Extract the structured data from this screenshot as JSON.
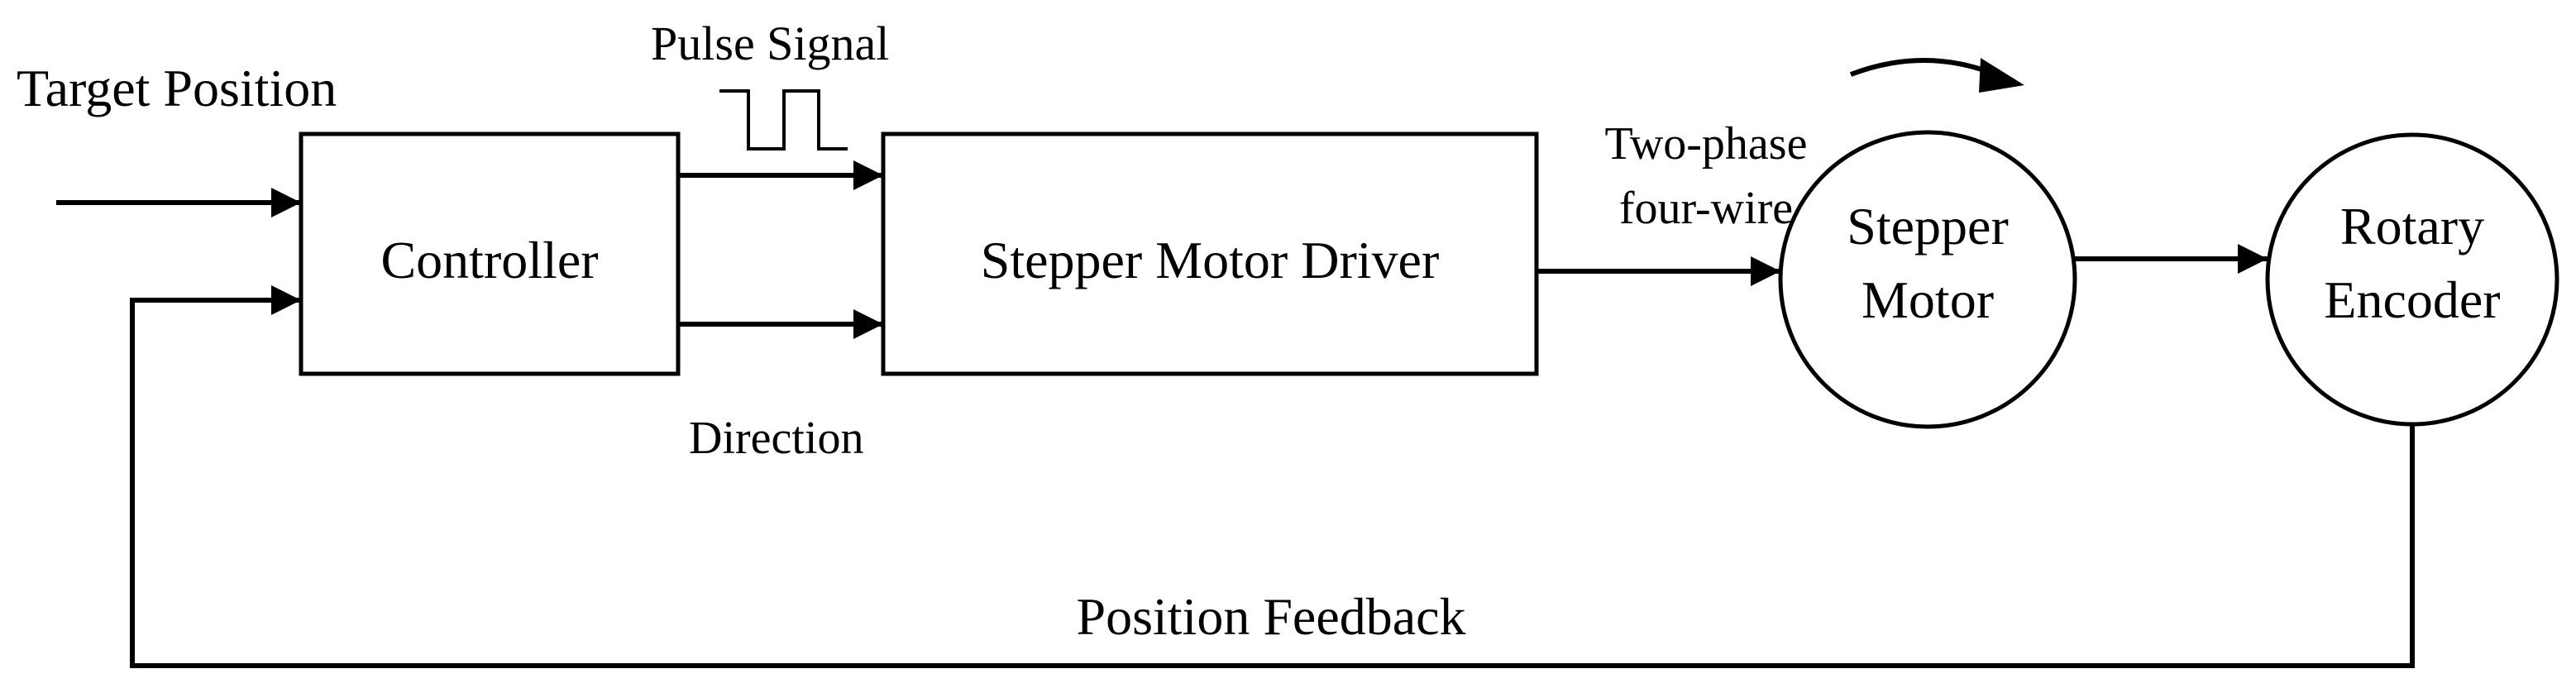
{
  "labels": {
    "target_position": "Target Position",
    "pulse_signal": "Pulse Signal",
    "direction": "Direction",
    "two_phase": "Two-phase",
    "four_wire": "four-wire",
    "position_feedback": "Position Feedback"
  },
  "blocks": {
    "controller": "Controller",
    "driver": "Stepper Motor Driver",
    "motor_line1": "Stepper",
    "motor_line2": "Motor",
    "encoder_line1": "Rotary",
    "encoder_line2": "Encoder"
  }
}
